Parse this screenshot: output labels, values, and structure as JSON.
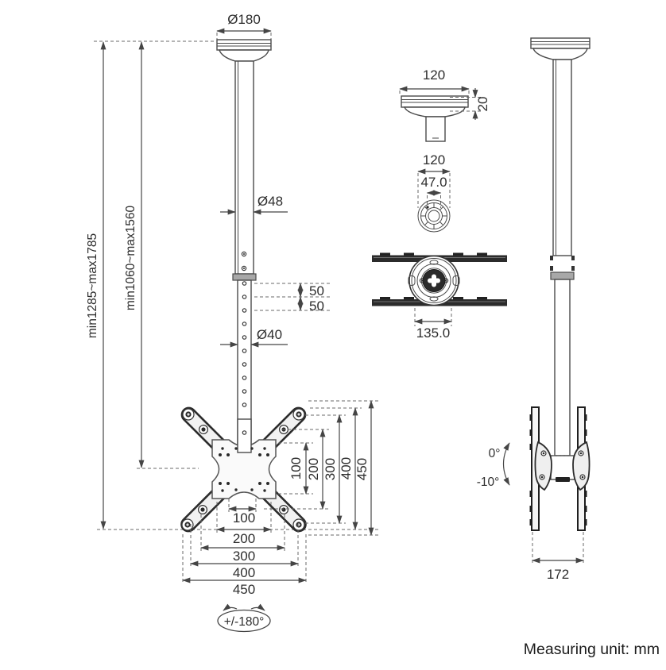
{
  "footer": {
    "note": "Measuring unit: mm"
  },
  "front_view": {
    "plate_diameter": "Ø180",
    "total_height": "min1285~max1785",
    "pole_height": "min1060~max1560",
    "upper_pole_diameter": "Ø48",
    "hole_spacing_upper": "50",
    "hole_spacing_lower": "50",
    "lower_pole_diameter": "Ø40",
    "vesa_vertical": [
      "100",
      "200",
      "300",
      "400",
      "450"
    ],
    "vesa_horizontal": [
      "100",
      "200",
      "300",
      "400",
      "450"
    ],
    "rotation_range": "+/-180°"
  },
  "cup_side_view": {
    "width": "120",
    "thickness": "20"
  },
  "cup_bottom_view": {
    "outer_diameter": "120",
    "inner_diameter": "47.0"
  },
  "plate_top_view": {
    "mount_hole_spacing": "135.0"
  },
  "tilt_side_view": {
    "tilt_max": "0°",
    "tilt_min": "-10°",
    "bracket_depth": "172"
  }
}
